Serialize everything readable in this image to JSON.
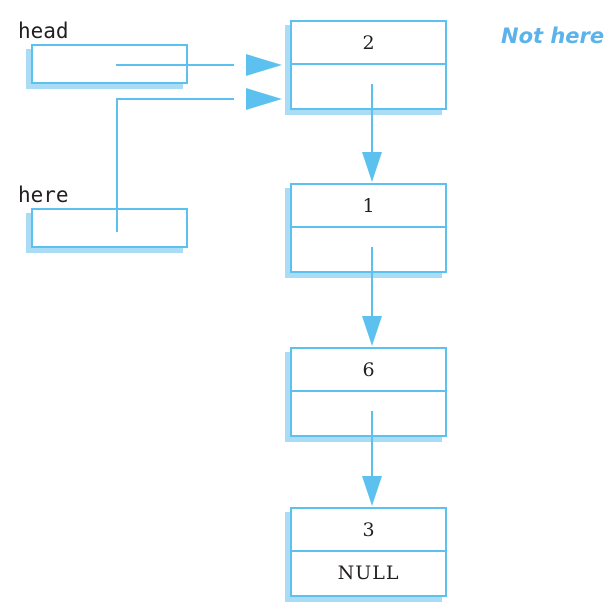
{
  "diagram": {
    "kind": "linked-list-pointer-diagram",
    "colors": {
      "stroke": "#5cc1ee",
      "shadow": "#aadcf5",
      "text": "#231f20",
      "annotation": "#5cb3ea",
      "background": "#ffffff"
    },
    "pointer_variables": [
      {
        "label": "head",
        "target": "node-2"
      },
      {
        "label": "here",
        "target": "node-2"
      }
    ],
    "nodes": [
      {
        "id": "node-2",
        "value": "2",
        "next_label": ""
      },
      {
        "id": "node-1",
        "value": "1",
        "next_label": ""
      },
      {
        "id": "node-6",
        "value": "6",
        "next_label": ""
      },
      {
        "id": "node-3",
        "value": "3",
        "next_label": "NULL"
      }
    ],
    "annotations": [
      {
        "text": "Not here"
      }
    ]
  }
}
